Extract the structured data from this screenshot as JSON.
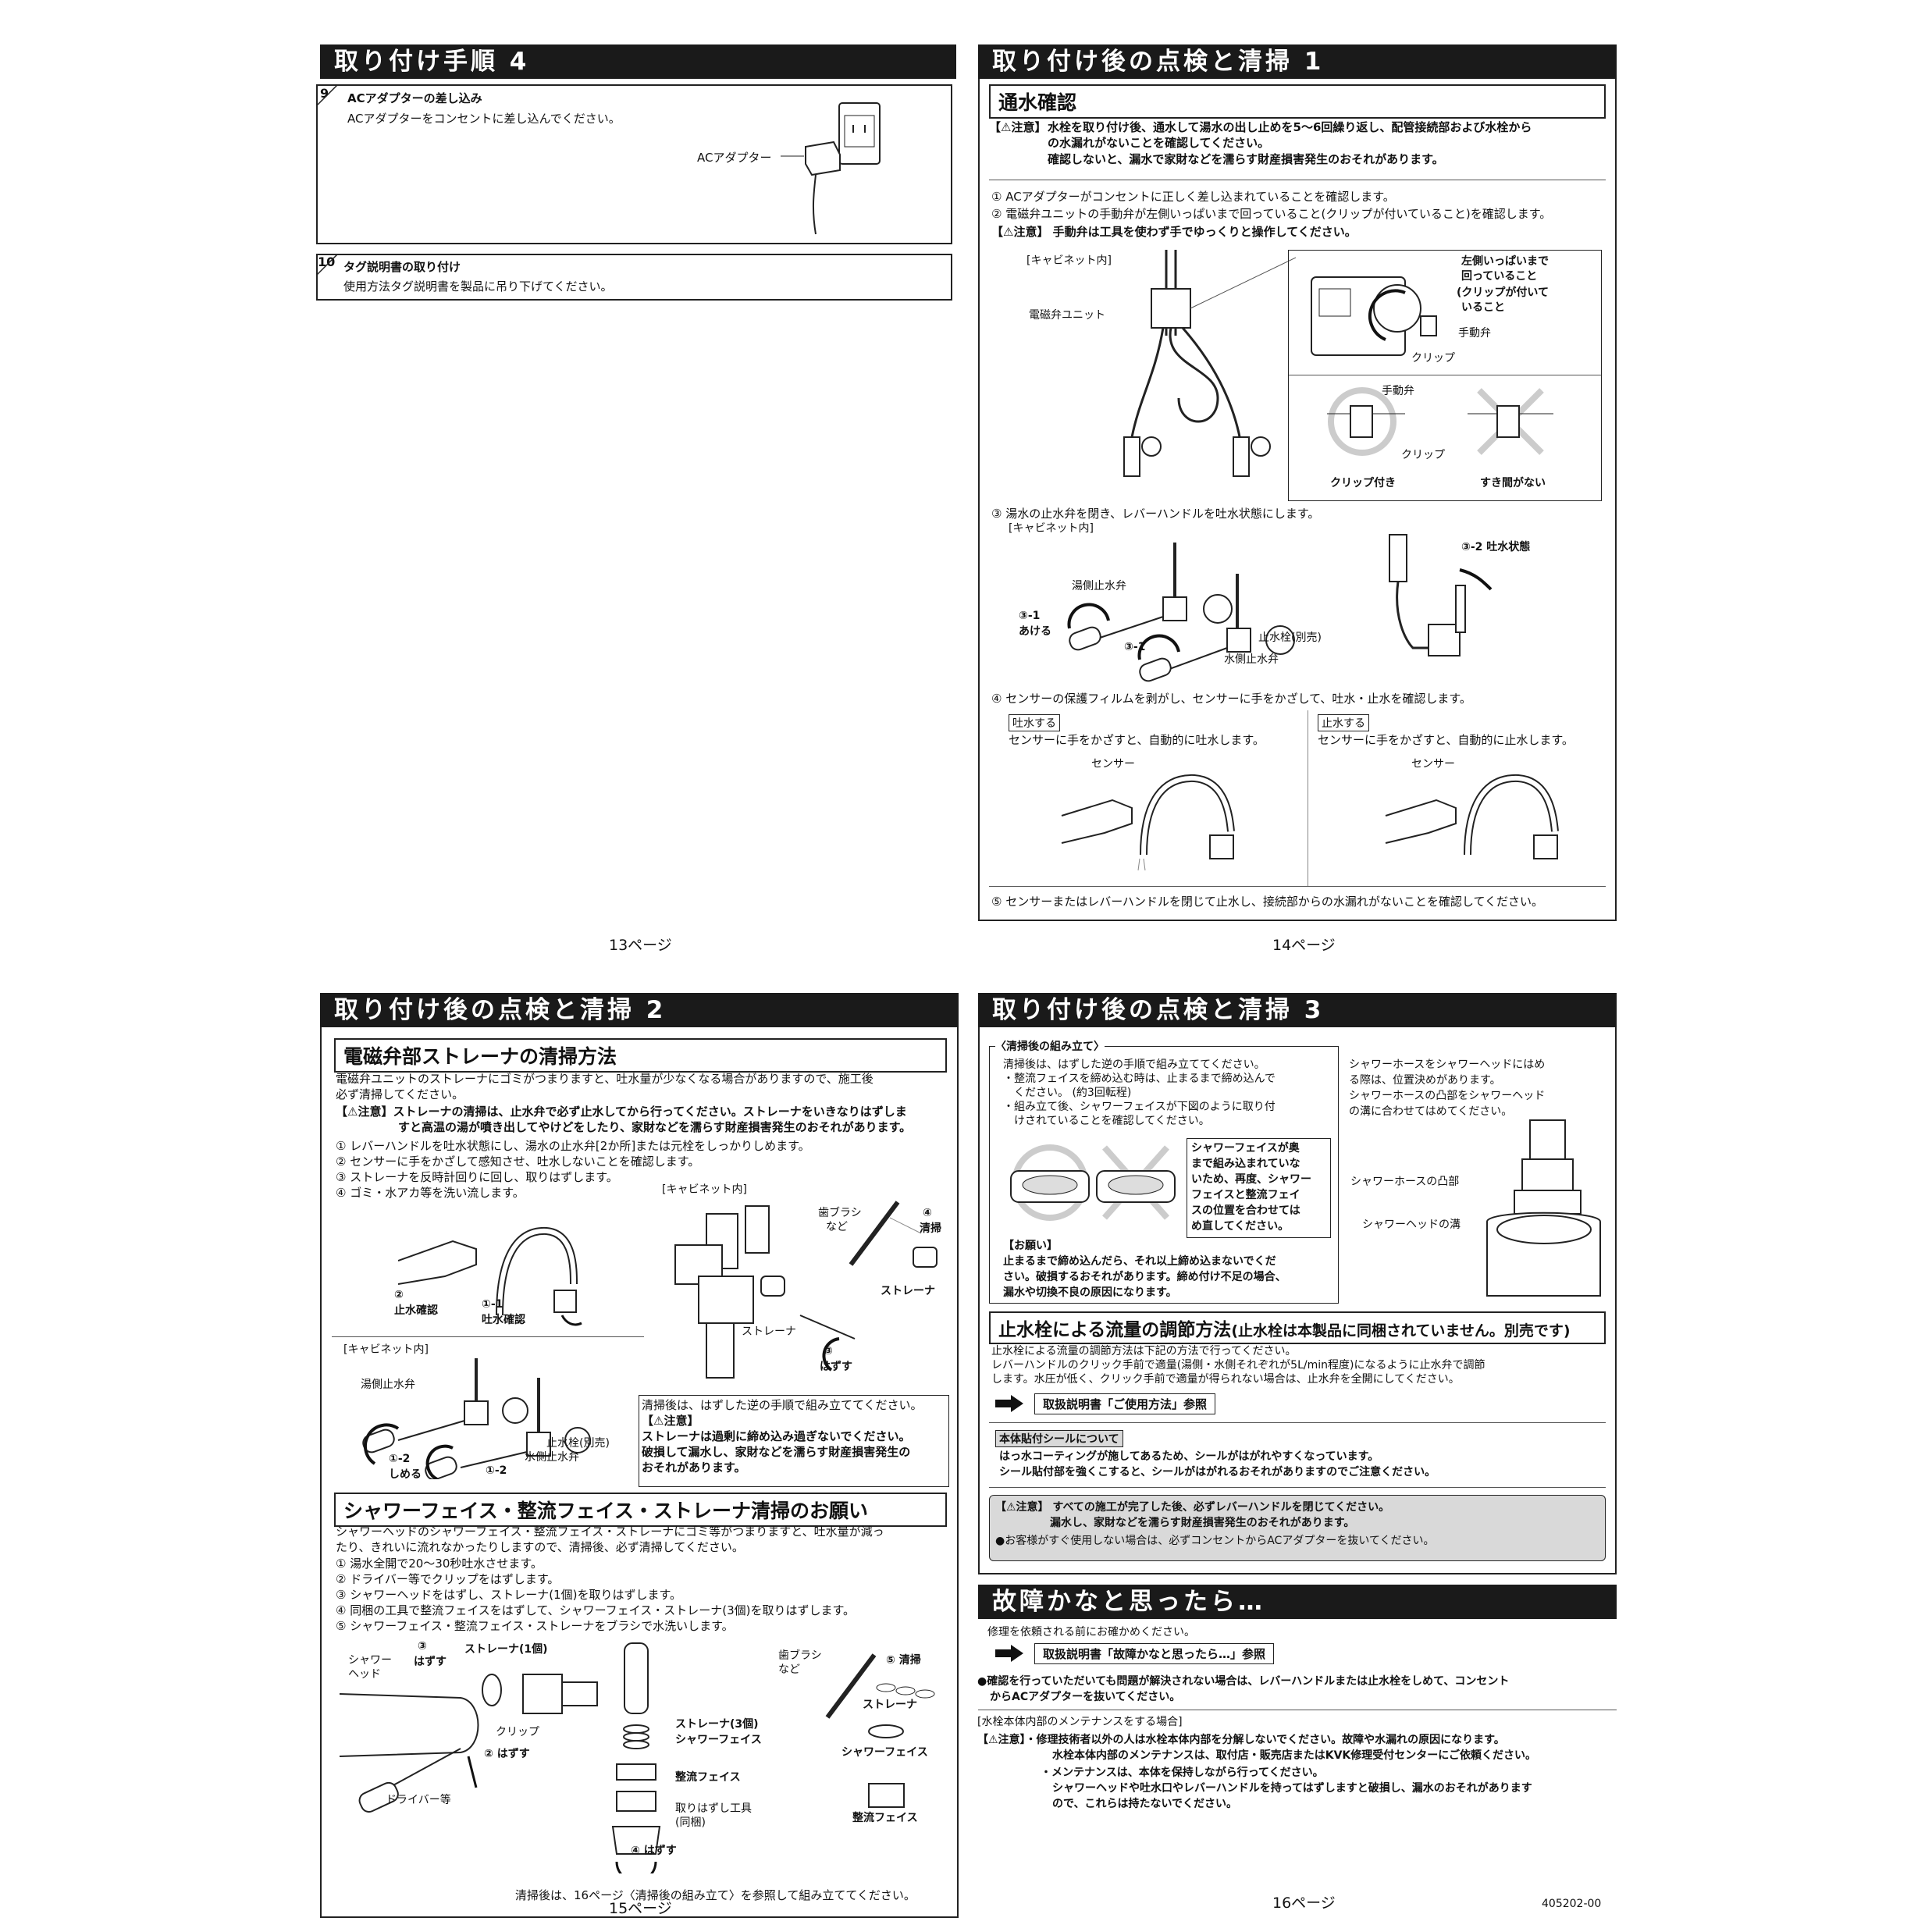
{
  "p13": {
    "title": "取り付け手順 4",
    "step9": {
      "num": "9",
      "title": "ACアダプターの差し込み",
      "text": "ACアダプターをコンセントに差し込んでください。",
      "label": "ACアダプター"
    },
    "step10": {
      "num": "10",
      "title": "タグ説明書の取り付け",
      "text": "使用方法タグ説明書を製品に吊り下げてください。"
    },
    "page": "13ページ"
  },
  "p14": {
    "title": "取り付け後の点検と清掃 1",
    "sub": "通水確認",
    "caution1_head": "【⚠注意】",
    "caution1": [
      "水栓を取り付け後、通水して湯水の出し止めを5～6回繰り返し、配管接続部および水栓から",
      "の水漏れがないことを確認してください。",
      "確認しないと、漏水で家財などを濡らす財産損害発生のおそれがあります。"
    ],
    "items": [
      "① ACアダプターがコンセントに正しく差し込まれていることを確認します。",
      "② 電磁弁ユニットの手動弁が左側いっぱいまで回っていること(クリップが付いていること)を確認します。"
    ],
    "caution2": "【⚠注意】 手動弁は工具を使わず手でゆっくりと操作してください。",
    "cabinet": "[キャビネット内]",
    "unit": "電磁弁ユニット",
    "callout": [
      "左側いっぱいまで",
      "回っていること",
      "(クリップが付いて",
      "いること"
    ],
    "valve": "手動弁",
    "clip": "クリップ",
    "ok_caption": "クリップ付き",
    "ng_caption": "すき間がない",
    "step3": "③ 湯水の止水弁を閉き、レバーハンドルを吐水状態にします。",
    "cabinet2": "[キャビネット内]",
    "hot_valve": "湯側止水弁",
    "open_num": "③-1",
    "open_label": "あける",
    "open_num2": "③-1",
    "stopcock": "止水栓(別売)",
    "cold_valve": "水側止水弁",
    "discharge": "③-2 吐水状態",
    "step4": "④ センサーの保護フィルムを剥がし、センサーに手をかざして、吐水・止水を確認します。",
    "tag_on": "吐水する",
    "text_on": "センサーに手をかざすと、自動的に吐水します。",
    "tag_off": "止水する",
    "text_off": "センサーに手をかざすと、自動的に止水します。",
    "sensor": "センサー",
    "step5": "⑤ センサーまたはレバーハンドルを閉じて止水し、接続部からの水漏れがないことを確認してください。",
    "page": "14ページ"
  },
  "p15": {
    "title": "取り付け後の点検と清掃 2",
    "sub1": "電磁弁部ストレーナの清掃方法",
    "intro": [
      "電磁弁ユニットのストレーナにゴミがつまりますと、吐水量が少なくなる場合がありますので、施工後",
      "必ず清掃してください。"
    ],
    "caution": [
      "【⚠注意】ストレーナの清掃は、止水弁で必ず止水してから行ってください。ストレーナをいきなりはずしま",
      "すと高温の湯が噴き出してやけどをしたり、家財などを濡らす財産損害発生のおそれがあります。"
    ],
    "steps": [
      "① レバーハンドルを吐水状態にし、湯水の止水弁[2か所]または元栓をしっかりしめます。",
      "② センサーに手をかざして感知させ、吐水しないことを確認します。",
      "③ ストレーナを反時計回りに回し、取りはずします。",
      "④ ゴミ・水アカ等を洗い流します。"
    ],
    "cabinet": "[キャビネット内]",
    "brush": [
      "歯ブラシ",
      "など"
    ],
    "wash_num": "④",
    "wash": "清掃",
    "strainer": "ストレーナ",
    "strainer2": "ストレーナ",
    "remove_num": "③",
    "remove": "はずす",
    "stop_num": "②",
    "stop_check": "止水確認",
    "dis_num": "①-1",
    "dis_check": "吐水確認",
    "cabinet2": "[キャビネット内]",
    "hot_valve": "湯側止水弁",
    "close_num": "①-2",
    "close": "しめる",
    "close_num2": "①-2",
    "stopcock": "止水栓(別売)",
    "cold_valve": "水側止水弁",
    "note": [
      "清掃後は、はずした逆の手順で組み立ててください。",
      "【⚠注意】",
      "ストレーナは過剰に締め込み過ぎないでください。",
      "破損して漏水し、家財などを濡らす財産損害発生の",
      "おそれがあります。"
    ],
    "sub2": "シャワーフェイス・整流フェイス・ストレーナ清掃のお願い",
    "intro2": [
      "シャワーヘッドのシャワーフェイス・整流フェイス・ストレーナにゴミ等がつまりますと、吐水量が減っ",
      "たり、きれいに流れなかったりしますので、清掃後、必ず清掃してください。"
    ],
    "steps2": [
      "① 湯水全開で20～30秒吐水させます。",
      "② ドライバー等でクリップをはずします。",
      "③ シャワーヘッドをはずし、ストレーナ(1個)を取りはずします。",
      "④ 同梱の工具で整流フェイスをはずして、シャワーフェイス・ストレーナ(3個)を取りはずします。",
      "⑤ シャワーフェイス・整流フェイス・ストレーナをブラシで水洗いします。"
    ],
    "head": [
      "シャワー",
      "ヘッド"
    ],
    "r3_num": "③",
    "r3": "はずす",
    "strainer1": "ストレーナ(1個)",
    "clip": "クリップ",
    "r2": "② はずす",
    "driver": "ドライバー等",
    "strainer3": "ストレーナ(3個)",
    "shower_face": "シャワーフェイス",
    "flow_face": "整流フェイス",
    "tool": [
      "取りはずし工具",
      "(同梱)"
    ],
    "r4": "④ はずす",
    "brush2": [
      "歯ブラシ",
      "など"
    ],
    "c5": "⑤ 清掃",
    "strainer4": "ストレーナ",
    "shower_face2": "シャワーフェイス",
    "flow_face2": "整流フェイス",
    "footer": "清掃後は、16ページ〈清掃後の組み立て〉を参照して組み立ててください。",
    "page": "15ページ"
  },
  "p16": {
    "title": "取り付け後の点検と清掃 3",
    "assembly_head": "〈清掃後の組み立て〉",
    "assembly": [
      "清掃後は、はずした逆の手順で組み立ててください。",
      "・整流フェイスを締め込む時は、止まるまで締め込んで",
      "　ください。 (約3回転程)",
      "・組み立て後、シャワーフェイスが下図のように取り付",
      "　けされていることを確認してください。"
    ],
    "ng_note": [
      "シャワーフェイスが奥",
      "まで組み込まれていな",
      "いため、再度、シャワー",
      "フェイスと整流フェイ",
      "スの位置を合わせては",
      "め直してください。"
    ],
    "request_head": "【お願い】",
    "request": [
      "止まるまで締め込んだら、それ以上締め込まないでくだ",
      "さい。破損するおそれがあります。締め付け不足の場合、",
      "漏水や切換不良の原因になります。"
    ],
    "hose_text": [
      "シャワーホースをシャワーヘッドにはめ",
      "る際は、位置決めがあります。",
      "シャワーホースの凸部をシャワーヘッド",
      "の溝に合わせてはめてください。"
    ],
    "hose_label": "シャワーホースの凸部",
    "groove_label": "シャワーヘッドの溝",
    "sub2": "止水栓による流量の調節方法",
    "sub2_note": "(止水栓は本製品に同梱されていません。別売です)",
    "flow": [
      "止水栓による流量の調節方法は下記の方法で行ってください。",
      "レバーハンドルのクリック手前で適量(湯側・水側それぞれが5L/min程度)になるように止水弁で調節",
      "します。水圧が低く、クリック手前で適量が得られない場合は、止水弁を全開にしてください。"
    ],
    "ref1": "取扱説明書「ご使用方法」参照",
    "seal_tag": "本体貼付シールについて",
    "seal": [
      "はっ水コーティングが施してあるため、シールがはがれやすくなっています。",
      "シール貼付部を強くこすると、シールがはがれるおそれがありますのでご注意ください。"
    ],
    "final_caution": [
      "【⚠注意】 すべての施工が完了した後、必ずレバーハンドルを閉じてください。",
      "漏水し、家財などを濡らす財産損害発生のおそれがあります。",
      "●お客様がすぐ使用しない場合は、必ずコンセントからACアダプターを抜いてください。"
    ],
    "trouble_title": "故障かなと思ったら…",
    "trouble_intro": "修理を依頼される前にお確かめください。",
    "ref2": "取扱説明書「故障かなと思ったら…」参照",
    "bullet": [
      "●確認を行っていただいても問題が解決されない場合は、レバーハンドルまたは止水栓をしめて、コンセント",
      "からACアダプターを抜いてください。"
    ],
    "maint_head": "[水栓本体内部のメンテナンスをする場合]",
    "maint": [
      "【⚠注意】・修理技術者以外の人は水栓本体内部を分解しないでください。故障や水漏れの原因になります。",
      "水栓本体内部のメンテナンスは、取付店・販売店またはKVK修理受付センターにご依頼ください。",
      "・メンテナンスは、本体を保持しながら行ってください。",
      "シャワーヘッドや吐水口やレバーハンドルを持ってはずしますと破損し、漏水のおそれがあります",
      "ので、これらは持たないでください。"
    ],
    "page": "16ページ",
    "code": "405202-00"
  },
  "colors": {
    "bar": "#1a1a1a",
    "note_bg": "#d9d9d9"
  }
}
